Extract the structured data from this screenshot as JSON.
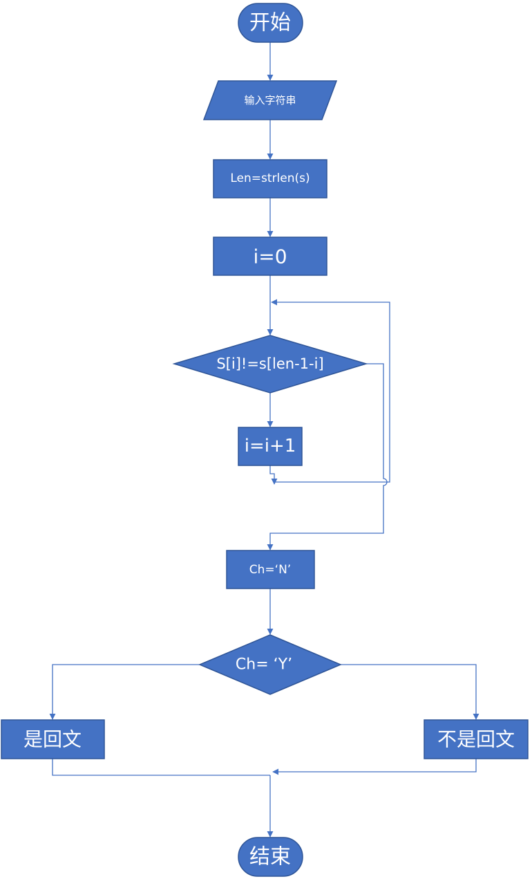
{
  "nodes": {
    "start": "开始",
    "input": "输入字符串",
    "len": "Len=strlen(s)",
    "init_i": "i=0",
    "compare": "S[i]!=s[len-1-i]",
    "increment": "i=i+1",
    "assign_n": "Ch=‘N’",
    "check_y": "Ch= ‘Y’",
    "is_palindrome": "是回文",
    "not_palindrome": "不是回文",
    "end": "结束"
  },
  "colors": {
    "node_fill": "#4472c4",
    "node_border": "#2f5597",
    "edge": "#4472c4",
    "text": "#ffffff"
  }
}
